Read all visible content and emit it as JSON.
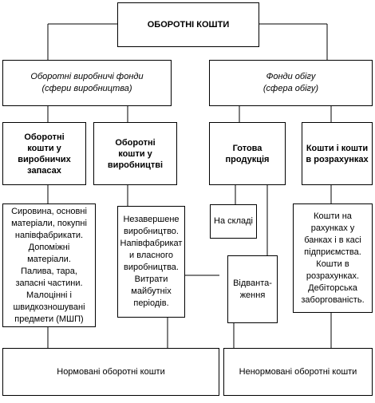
{
  "root": {
    "title": "ОБОРОТНІ КОШТИ"
  },
  "production_funds": {
    "line1": "Оборотні виробничі фонди",
    "line2": "(сфери виробництва)"
  },
  "circulation_funds": {
    "line1": "Фонди обігу",
    "line2": "(сфера обігу)"
  },
  "stocks": {
    "lines": [
      "Оборотні",
      "кошти у",
      "виробничих",
      "запасах"
    ]
  },
  "in_production": {
    "lines": [
      "Оборотні",
      "кошти у",
      "виробництві"
    ]
  },
  "finished_goods": {
    "lines": [
      "Готова",
      "продукція"
    ]
  },
  "settlements": {
    "lines": [
      "Кошти і кошти",
      "в розрахунках"
    ]
  },
  "stocks_detail": {
    "lines": [
      "Сировина, основні",
      "матеріали, покупні",
      "напівфабрикати.",
      "Допоміжні",
      "матеріали.",
      "Палива, тара,",
      "запасні частини.",
      "Малоцінні і",
      "швидкозношувані",
      "предмети (МШП)"
    ]
  },
  "production_detail": {
    "lines": [
      "Незавершене",
      "виробництво.",
      "Напівфабрикат",
      "и власного",
      "виробництва.",
      "Витрати",
      "майбутніх",
      "періодів."
    ]
  },
  "warehouse": {
    "label": "На складі"
  },
  "shipped": {
    "lines": [
      "Відванта-",
      "ження"
    ]
  },
  "settlements_detail": {
    "lines": [
      "Кошти на",
      "рахунках у",
      "банках і в касі",
      "підприємства.",
      "Кошти в",
      "розрахунках.",
      "Дебіторська",
      "заборгованість."
    ]
  },
  "normed": {
    "label": "Нормовані оборотні кошти"
  },
  "non_normed": {
    "label": "Ненормовані оборотні кошти"
  }
}
